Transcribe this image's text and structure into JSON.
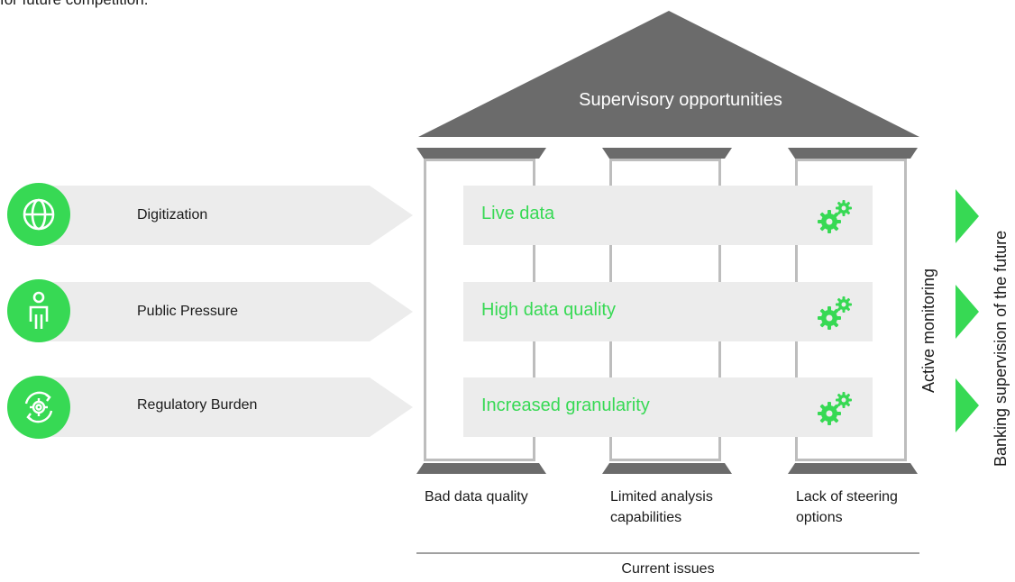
{
  "header": {
    "clipped_text": "for future competition."
  },
  "drivers": [
    {
      "label": "Digitization",
      "icon": "globe-icon"
    },
    {
      "label": "Public Pressure",
      "icon": "person-icon"
    },
    {
      "label": "Regulatory Burden",
      "icon": "gear-cycle-icon"
    }
  ],
  "roof": {
    "title": "Supervisory opportunities"
  },
  "opportunities": [
    {
      "label": "Live data",
      "icon": "gears-icon"
    },
    {
      "label": "High data quality",
      "icon": "gears-icon"
    },
    {
      "label": "Increased granularity",
      "icon": "gears-icon"
    }
  ],
  "issues": [
    {
      "label": "Bad data quality"
    },
    {
      "label": "Limited analysis capabilities"
    },
    {
      "label": "Lack of steering options"
    }
  ],
  "issues_caption": "Current issues",
  "right": {
    "active_monitoring": "Active monitoring",
    "future": "Banking supervision of the future"
  },
  "colors": {
    "accent": "#37d954",
    "roof": "#6b6b6b",
    "pillar": "#bdbdbd",
    "bar": "#ececec",
    "driver_bg": "#ececec"
  }
}
